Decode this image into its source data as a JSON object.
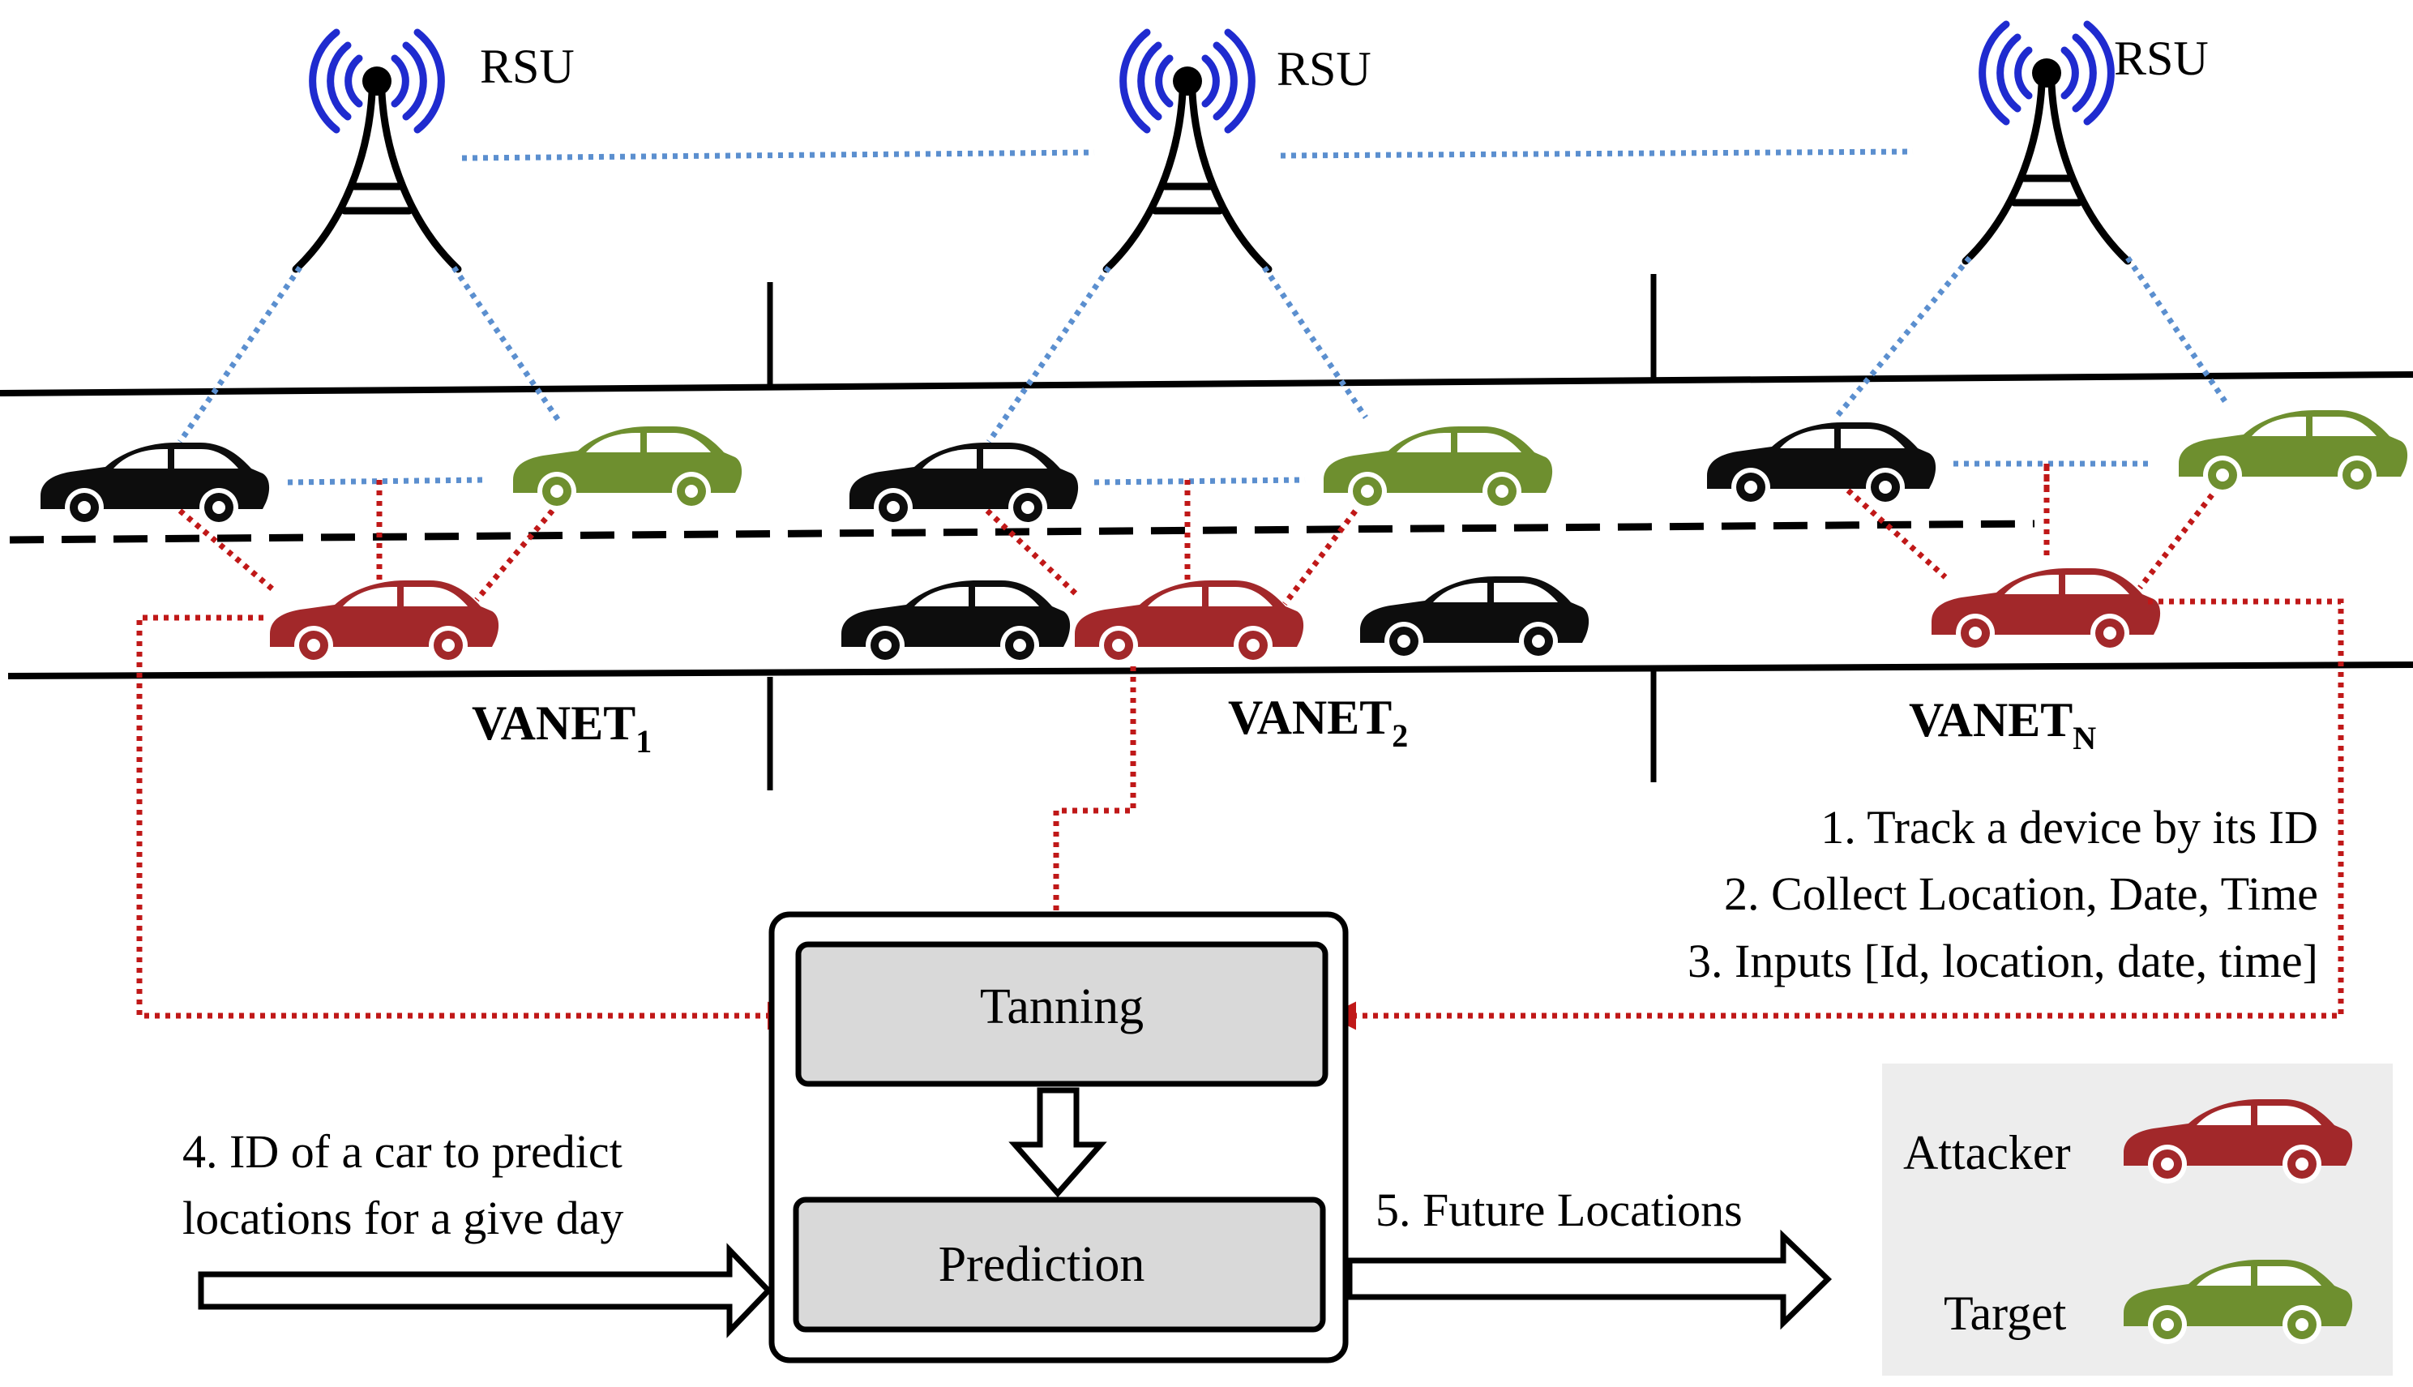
{
  "rsu_label": "RSU",
  "vanets": [
    {
      "name": "VANET",
      "subscript": "1"
    },
    {
      "name": "VANET",
      "subscript": "2"
    },
    {
      "name": "VANET",
      "subscript": "N"
    }
  ],
  "steps": {
    "step1": "1. Track a device by its ID",
    "step2": "2. Collect Location, Date, Time",
    "step3": "3. Inputs [Id, location, date, time]",
    "step4_line1": "4. ID of a car to predict",
    "step4_line2": "locations for a give day",
    "step5": "5. Future Locations"
  },
  "boxes": {
    "training": "Tanning",
    "prediction": "Prediction"
  },
  "legend": {
    "attacker": "Attacker",
    "target": "Target"
  },
  "colors": {
    "attacker": "#a2282a",
    "target": "#6e8f2f",
    "normal": "#0d0d0d",
    "antenna_waves": "#1f2bcf",
    "rsu_link": "#5b8fcf",
    "attack_link": "#c01818",
    "box_fill": "#d9d9d9",
    "legend_bg": "#ededed"
  },
  "icons": {
    "tower": "rsu-tower-icon",
    "car": "car-icon",
    "arrow": "hollow-arrow-icon"
  }
}
